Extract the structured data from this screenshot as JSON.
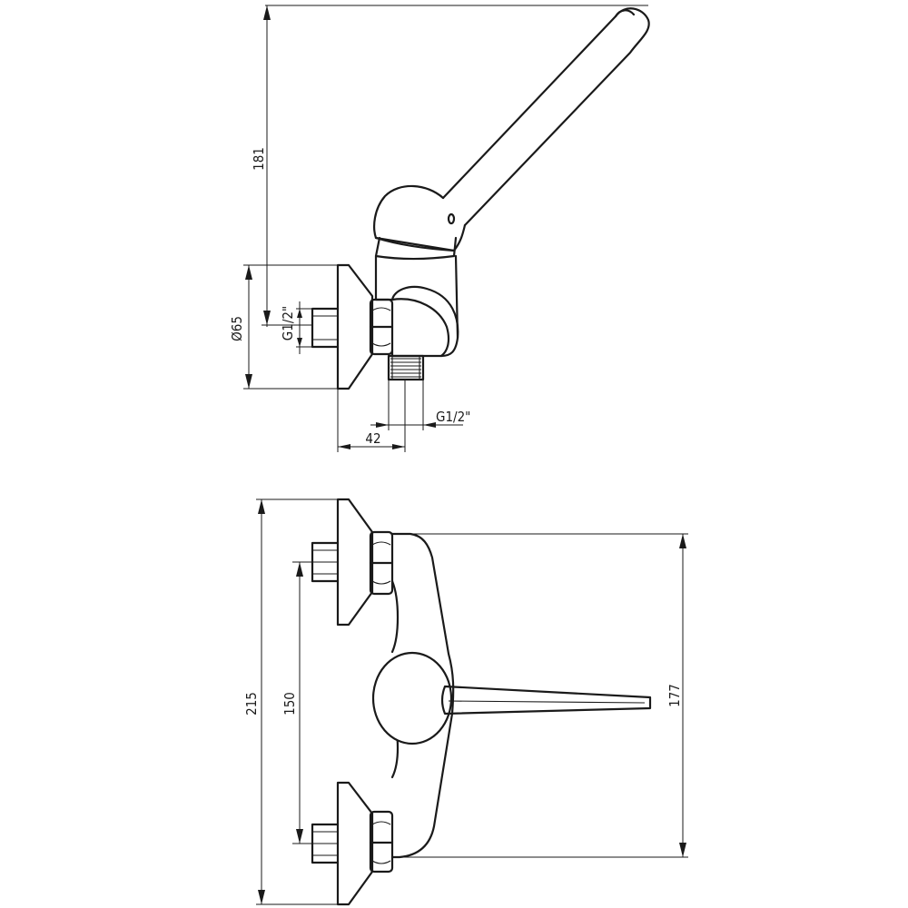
{
  "side_view": {
    "height_label": "181",
    "diameter_label": "Ø65",
    "inlet_thread_label": "G1/2\"",
    "outlet_thread_label": "G1/2\"",
    "depth_label": "42"
  },
  "front_view": {
    "total_height_label": "215",
    "inlet_spacing_label": "150",
    "lever_height_label": "177"
  }
}
